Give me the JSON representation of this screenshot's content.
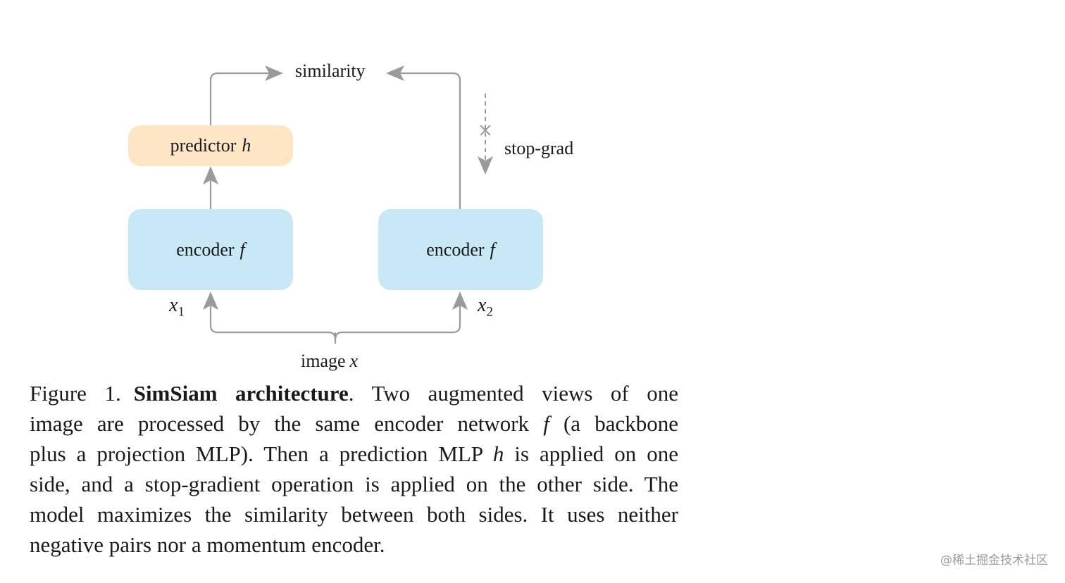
{
  "diagram": {
    "similarity": "similarity",
    "stop_grad": "stop-grad",
    "predictor": {
      "text": "predictor",
      "var": "h"
    },
    "encoder_left": {
      "text": "encoder",
      "var": "f"
    },
    "encoder_right": {
      "text": "encoder",
      "var": "f"
    },
    "x1": {
      "base": "x",
      "sub": "1"
    },
    "x2": {
      "base": "x",
      "sub": "2"
    },
    "image": {
      "text": "image",
      "var": "x"
    },
    "colors": {
      "predictor_fill": "#fde5c6",
      "encoder_fill": "#c7e8f4",
      "arrow": "#9a9a9a"
    }
  },
  "caption": {
    "figure_number": "Figure 1.",
    "title": "SimSiam architecture",
    "line1_rest": ". Two augmented views of one",
    "line2_a": "image are processed by the same encoder network ",
    "line2_var": "f",
    "line2_b": " (a backbone",
    "line3_a": "plus a projection MLP). Then a prediction MLP ",
    "line3_var": "h",
    "line3_b": " is applied on one",
    "line4": "side, and a stop-gradient operation is applied on the other side. The",
    "line5": "model maximizes the similarity between both sides. It uses neither",
    "line6": "negative pairs nor a momentum encoder."
  },
  "watermark": "@稀土掘金技术社区"
}
